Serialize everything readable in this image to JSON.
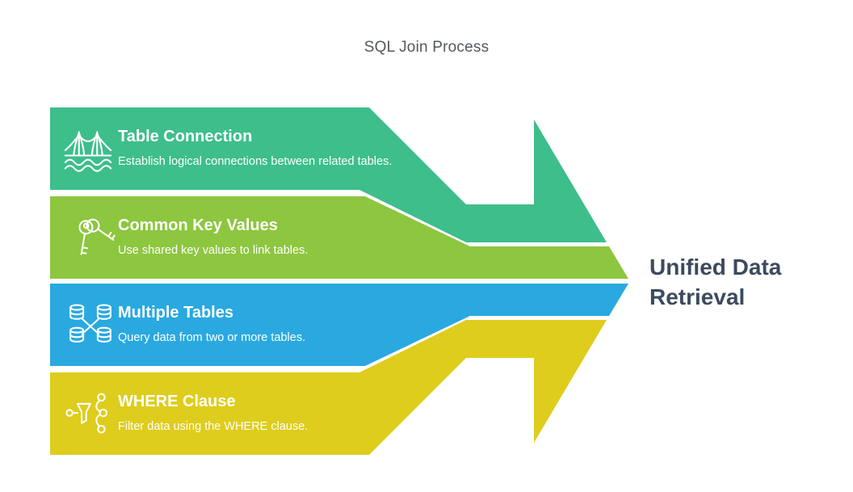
{
  "title": "SQL Join Process",
  "result_label": "Unified Data Retrieval",
  "colors": {
    "step1": "#3dbe8b",
    "step2": "#8dc63f",
    "step3": "#29a9e0",
    "step4": "#decd1c",
    "band_text": "#ffffff",
    "title_text": "#55595e",
    "result_text": "#3c4a5c",
    "background": "#ffffff"
  },
  "steps": [
    {
      "title": "Table Connection",
      "description": "Establish logical connections between related tables.",
      "icon": "bridge-icon",
      "color": "#3dbe8b"
    },
    {
      "title": "Common Key Values",
      "description": "Use shared key values to link tables.",
      "icon": "keys-icon",
      "color": "#8dc63f"
    },
    {
      "title": "Multiple Tables",
      "description": "Query data from two or more tables.",
      "icon": "database-tables-icon",
      "color": "#29a9e0"
    },
    {
      "title": "WHERE Clause",
      "description": "Filter data using the WHERE clause.",
      "icon": "filter-icon",
      "color": "#decd1c"
    }
  ]
}
